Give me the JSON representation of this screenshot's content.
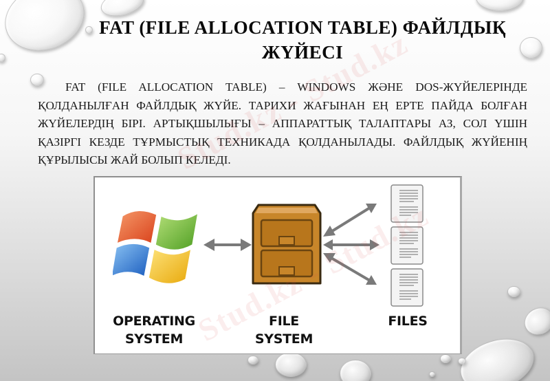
{
  "slide": {
    "title": "FAT (FILE ALLOCATION TABLE) ФАЙЛДЫҚ ЖҮЙЕСІ",
    "title_lines": [
      "FAT (FILE ALLOCATION TABLE) ФАЙЛДЫҚ",
      "ЖҮЙЕСІ"
    ],
    "body": "FAT (FILE ALLOCATION TABLE) – WINDOWS ЖӘНЕ DOS-ЖҮЙЕЛЕРІНДЕ ҚОЛДАНЫЛҒАН ФАЙЛДЫҚ ЖҮЙЕ. ТАРИХИ ЖАҒЫНАН ЕҢ ЕРТЕ ПАЙДА БОЛҒАН ЖҮЙЕЛЕРДІҢ БІРІ. АРТЫҚШЫЛЫҒЫ – АППАРАТТЫҚ ТАЛАПТАРЫ АЗ, СОЛ ҮШІН ҚАЗІРГІ КЕЗДЕ ТҰРМЫСТЫҚ ТЕХНИКАДА ҚОЛДАНЫЛАДЫ. ФАЙЛДЫҚ ЖҮЙЕНІҢ ҚҰРЫЛЫСЫ ЖАЙ БОЛЫП КЕЛЕДІ."
  },
  "diagram": {
    "labels": {
      "os_line1": "OPERATING",
      "os_line2": "SYSTEM",
      "fs_line1": "FILE",
      "fs_line2": "SYSTEM",
      "files": "FILES"
    },
    "icons": [
      "windows-logo-icon",
      "double-arrow-icon",
      "file-cabinet-icon",
      "document-icon"
    ],
    "colors": {
      "arrow": "#7a7a7a",
      "cabinet": "#c8862a",
      "cabinet_outline": "#3a2a10",
      "win_red": "#e8582a",
      "win_green": "#7cc242",
      "win_blue": "#2a7ad8",
      "win_yellow": "#f5c21a"
    }
  },
  "watermark": {
    "text": "Stud.kz - Stud.kz"
  }
}
